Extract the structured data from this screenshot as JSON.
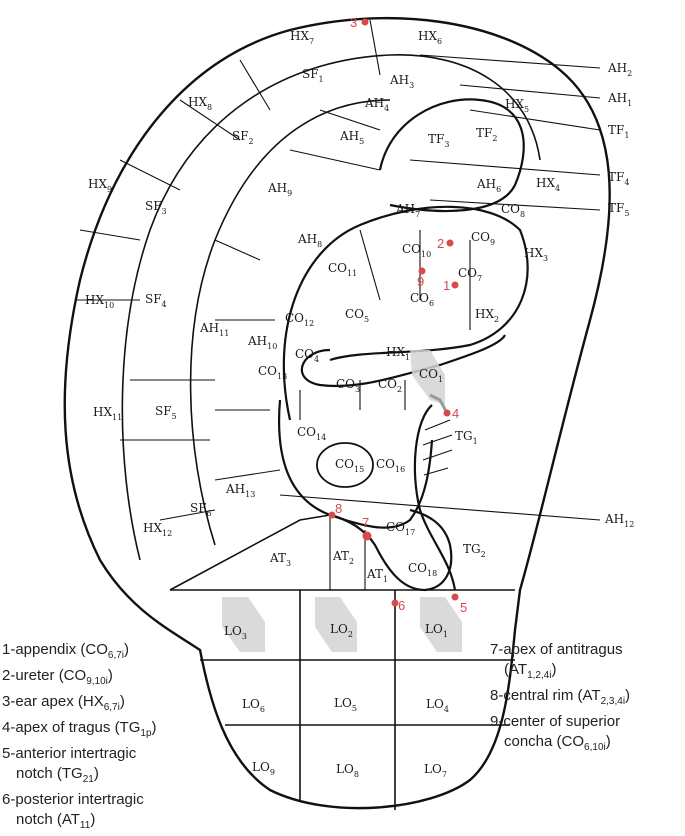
{
  "zones": [
    {
      "id": "HX7",
      "base": "HX",
      "sub": "7"
    },
    {
      "id": "HX6",
      "base": "HX",
      "sub": "6"
    },
    {
      "id": "HX8",
      "base": "HX",
      "sub": "8"
    },
    {
      "id": "HX9",
      "base": "HX",
      "sub": "9"
    },
    {
      "id": "HX10",
      "base": "HX",
      "sub": "10"
    },
    {
      "id": "HX11",
      "base": "HX",
      "sub": "11"
    },
    {
      "id": "HX12",
      "base": "HX",
      "sub": "12"
    },
    {
      "id": "HX5",
      "base": "HX",
      "sub": "5"
    },
    {
      "id": "HX4",
      "base": "HX",
      "sub": "4"
    },
    {
      "id": "HX3",
      "base": "HX",
      "sub": "3"
    },
    {
      "id": "HX2",
      "base": "HX",
      "sub": "2"
    },
    {
      "id": "HX1",
      "base": "HX",
      "sub": "1"
    },
    {
      "id": "SF1",
      "base": "SF",
      "sub": "1"
    },
    {
      "id": "SF2",
      "base": "SF",
      "sub": "2"
    },
    {
      "id": "SF3",
      "base": "SF",
      "sub": "3"
    },
    {
      "id": "SF4",
      "base": "SF",
      "sub": "4"
    },
    {
      "id": "SF5",
      "base": "SF",
      "sub": "5"
    },
    {
      "id": "SF6",
      "base": "SF",
      "sub": "6"
    },
    {
      "id": "AH3",
      "base": "AH",
      "sub": "3"
    },
    {
      "id": "AH4",
      "base": "AH",
      "sub": "4"
    },
    {
      "id": "AH5",
      "base": "AH",
      "sub": "5"
    },
    {
      "id": "AH6",
      "base": "AH",
      "sub": "6"
    },
    {
      "id": "AH7",
      "base": "AH",
      "sub": "7"
    },
    {
      "id": "AH8",
      "base": "AH",
      "sub": "8"
    },
    {
      "id": "AH9",
      "base": "AH",
      "sub": "9"
    },
    {
      "id": "AH10",
      "base": "AH",
      "sub": "10"
    },
    {
      "id": "AH11",
      "base": "AH",
      "sub": "11"
    },
    {
      "id": "AH13",
      "base": "AH",
      "sub": "13"
    },
    {
      "id": "TF3",
      "base": "TF",
      "sub": "3"
    },
    {
      "id": "TF2",
      "base": "TF",
      "sub": "2"
    },
    {
      "id": "CO8",
      "base": "CO",
      "sub": "8"
    },
    {
      "id": "CO9",
      "base": "CO",
      "sub": "9"
    },
    {
      "id": "CO10",
      "base": "CO",
      "sub": "10"
    },
    {
      "id": "CO11",
      "base": "CO",
      "sub": "11"
    },
    {
      "id": "CO12",
      "base": "CO",
      "sub": "12"
    },
    {
      "id": "CO13",
      "base": "CO",
      "sub": "13"
    },
    {
      "id": "CO7",
      "base": "CO",
      "sub": "7"
    },
    {
      "id": "CO6",
      "base": "CO",
      "sub": "6"
    },
    {
      "id": "CO5",
      "base": "CO",
      "sub": "5"
    },
    {
      "id": "CO4",
      "base": "CO",
      "sub": "4"
    },
    {
      "id": "CO3",
      "base": "CO",
      "sub": "3"
    },
    {
      "id": "CO2",
      "base": "CO",
      "sub": "2"
    },
    {
      "id": "CO1",
      "base": "CO",
      "sub": "1"
    },
    {
      "id": "CO14",
      "base": "CO",
      "sub": "14"
    },
    {
      "id": "CO15",
      "base": "CO",
      "sub": "15"
    },
    {
      "id": "CO16",
      "base": "CO",
      "sub": "16"
    },
    {
      "id": "CO17",
      "base": "CO",
      "sub": "17"
    },
    {
      "id": "CO18",
      "base": "CO",
      "sub": "18"
    },
    {
      "id": "TG1",
      "base": "TG",
      "sub": "1"
    },
    {
      "id": "TG2",
      "base": "TG",
      "sub": "2"
    },
    {
      "id": "AT1",
      "base": "AT",
      "sub": "1"
    },
    {
      "id": "AT2",
      "base": "AT",
      "sub": "2"
    },
    {
      "id": "AT3",
      "base": "AT",
      "sub": "3"
    },
    {
      "id": "LO1",
      "base": "LO",
      "sub": "1"
    },
    {
      "id": "LO2",
      "base": "LO",
      "sub": "2"
    },
    {
      "id": "LO3",
      "base": "LO",
      "sub": "3"
    },
    {
      "id": "LO4",
      "base": "LO",
      "sub": "4"
    },
    {
      "id": "LO5",
      "base": "LO",
      "sub": "5"
    },
    {
      "id": "LO6",
      "base": "LO",
      "sub": "6"
    },
    {
      "id": "LO7",
      "base": "LO",
      "sub": "7"
    },
    {
      "id": "LO8",
      "base": "LO",
      "sub": "8"
    },
    {
      "id": "LO9",
      "base": "LO",
      "sub": "9"
    }
  ],
  "callouts": [
    {
      "id": "AH2",
      "base": "AH",
      "sub": "2"
    },
    {
      "id": "AH1",
      "base": "AH",
      "sub": "1"
    },
    {
      "id": "TF1",
      "base": "TF",
      "sub": "1"
    },
    {
      "id": "TF4",
      "base": "TF",
      "sub": "4"
    },
    {
      "id": "TF5",
      "base": "TF",
      "sub": "5"
    },
    {
      "id": "AH12",
      "base": "AH",
      "sub": "12"
    }
  ],
  "markers": [
    "1",
    "2",
    "3",
    "4",
    "5",
    "6",
    "7",
    "8",
    "9"
  ],
  "marker_color": "#d94a4a",
  "highlight_color": "#d3d3d3",
  "legend_left": [
    {
      "name": "appendix",
      "lines": [
        {
          "text": "1-appendix (CO",
          "sub": "6,7i",
          "tail": ")"
        }
      ]
    },
    {
      "name": "ureter",
      "lines": [
        {
          "text": "2-ureter (CO",
          "sub": "9,10i",
          "tail": ")"
        }
      ]
    },
    {
      "name": "ear-apex",
      "lines": [
        {
          "text": "3-ear apex (HX",
          "sub": "6,7i",
          "tail": ")"
        }
      ]
    },
    {
      "name": "apex-of-tragus",
      "lines": [
        {
          "text": "4-apex of tragus (TG",
          "sub": "1p",
          "tail": ")"
        }
      ]
    },
    {
      "name": "anterior-intertragic-notch",
      "lines": [
        {
          "text": "5-anterior intertragic",
          "sub": "",
          "tail": ""
        },
        {
          "text": "notch (TG",
          "sub": "21",
          "tail": ")",
          "cont": true
        }
      ]
    },
    {
      "name": "posterior-intertragic-notch",
      "lines": [
        {
          "text": "6-posterior intertragic",
          "sub": "",
          "tail": ""
        },
        {
          "text": "notch (AT",
          "sub": "11",
          "tail": ")",
          "cont": true
        }
      ]
    }
  ],
  "legend_right": [
    {
      "name": "apex-of-antitragus",
      "lines": [
        {
          "text": "7-apex of antitragus",
          "sub": "",
          "tail": ""
        },
        {
          "text": "(AT",
          "sub": "1,2,4i",
          "tail": ")",
          "cont": true
        }
      ]
    },
    {
      "name": "central-rim",
      "lines": [
        {
          "text": "8-central rim (AT",
          "sub": "2,3,4i",
          "tail": ")"
        }
      ]
    },
    {
      "name": "center-of-superior-concha",
      "lines": [
        {
          "text": "9-center of superior",
          "sub": "",
          "tail": ""
        },
        {
          "text": "concha (CO",
          "sub": "6,10i",
          "tail": ")",
          "cont": true
        }
      ]
    }
  ]
}
